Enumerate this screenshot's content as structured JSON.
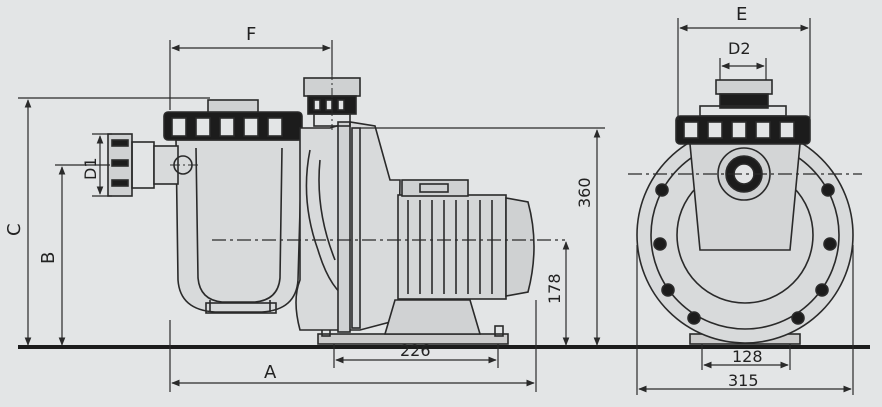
{
  "labels": {
    "A": "A",
    "B": "B",
    "C": "C",
    "D1": "D1",
    "D2": "D2",
    "E": "E",
    "F": "F"
  },
  "dimensions": {
    "d360": "360",
    "d178": "178",
    "d226": "226",
    "d128": "128",
    "d315": "315"
  },
  "colors": {
    "background": "#e3e5e6",
    "line": "#2a2a2a",
    "dark": "#1c1c1c"
  }
}
